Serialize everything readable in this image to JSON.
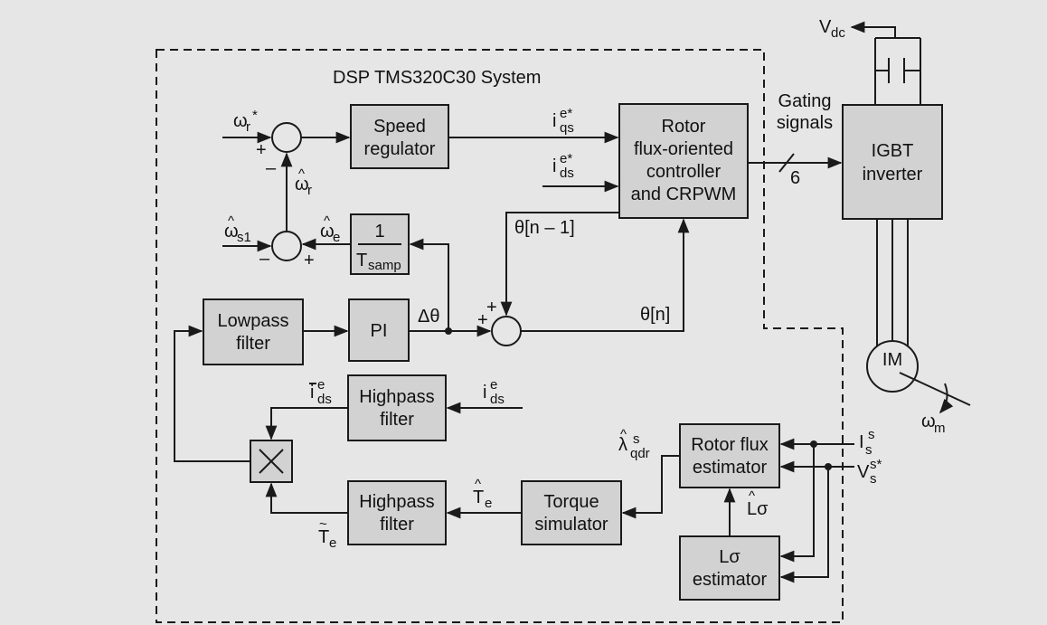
{
  "system_title": "DSP TMS320C30 System",
  "blocks": {
    "speed_regulator": [
      "Speed",
      "regulator"
    ],
    "rfoc": [
      "Rotor",
      "flux-oriented",
      "controller",
      "and CRPWM"
    ],
    "igbt": [
      "IGBT",
      "inverter"
    ],
    "integrator_num": "1",
    "integrator_den": "T",
    "integrator_den_sub": "samp",
    "lowpass": [
      "Lowpass",
      "filter"
    ],
    "pi": "PI",
    "highpass_top": [
      "Highpass",
      "filter"
    ],
    "highpass_bottom": [
      "Highpass",
      "filter"
    ],
    "torque_sim": [
      "Torque",
      "simulator"
    ],
    "rotor_flux_est": [
      "Rotor flux",
      "estimator"
    ],
    "lsigma_est": [
      "Lσ",
      "estimator"
    ],
    "motor": "IM"
  },
  "signals": {
    "omega_r_ref": "ω",
    "omega_r_ref_sub": "r",
    "omega_r_ref_sup": "*",
    "omega_r_hat": "ω",
    "omega_r_hat_sub": "r",
    "omega_s1_hat": "ω",
    "omega_s1_hat_sub": "s1",
    "omega_e_hat": "ω",
    "omega_e_hat_sub": "e",
    "iqs": "i",
    "iqs_sup": "e*",
    "iqs_sub": "qs",
    "ids": "i",
    "ids_sup": "e*",
    "ids_sub": "ds",
    "theta_prev": "θ[n – 1]",
    "theta_n": "θ[n]",
    "delta_theta": "Δθ",
    "gating": [
      "Gating",
      "signals"
    ],
    "gating_count": "6",
    "vdc": "V",
    "vdc_sub": "dc",
    "omega_m": "ω",
    "omega_m_sub": "m",
    "ids_bar": "i",
    "ids_bar_sup": "e",
    "ids_bar_sub": "ds",
    "ids_in": "i",
    "ids_in_sup": "e",
    "ids_in_sub": "ds",
    "lambda_qdr": "λ",
    "lambda_qdr_sup": "s",
    "lambda_qdr_sub": "qdr",
    "is_meas": "I",
    "is_meas_sup": "s",
    "is_meas_sub": "s",
    "vs_ref": "V",
    "vs_ref_sup": "s*",
    "vs_ref_sub": "s",
    "te_hat": "T",
    "te_hat_sub": "e",
    "te_tilde": "T",
    "te_tilde_sub": "e",
    "lsigma_hat": "Lσ"
  },
  "signs": {
    "plus": "+",
    "minus": "–",
    "multiply": "×"
  }
}
